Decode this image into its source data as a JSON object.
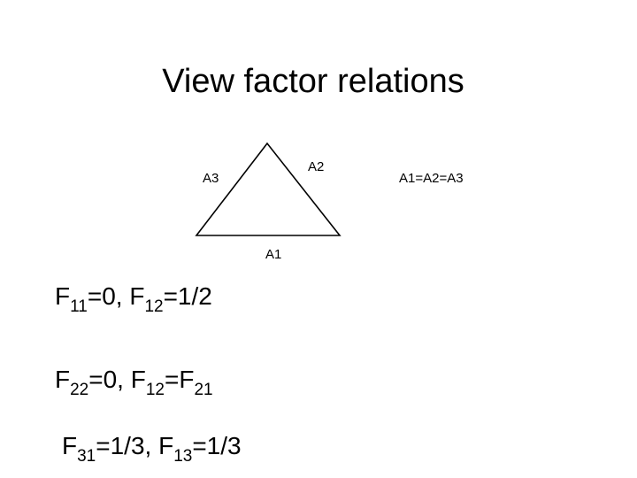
{
  "slide": {
    "title": "View factor relations"
  },
  "diagram": {
    "labels": {
      "a1": "A1",
      "a2": "A2",
      "a3": "A3"
    },
    "area_note": "A1=A2=A3"
  },
  "equations": [
    {
      "parts": [
        {
          "t": "F"
        },
        {
          "s": "11"
        },
        {
          "t": "=0, F"
        },
        {
          "s": "12"
        },
        {
          "t": "=1/2"
        }
      ]
    },
    {
      "parts": [
        {
          "t": "F"
        },
        {
          "s": "22"
        },
        {
          "t": "=0, F"
        },
        {
          "s": "12"
        },
        {
          "t": "=F"
        },
        {
          "s": "21"
        }
      ]
    },
    {
      "parts": [
        {
          "t": "F"
        },
        {
          "s": "31"
        },
        {
          "t": "=1/3, F"
        },
        {
          "s": "13"
        },
        {
          "t": "=1/3"
        }
      ]
    }
  ]
}
